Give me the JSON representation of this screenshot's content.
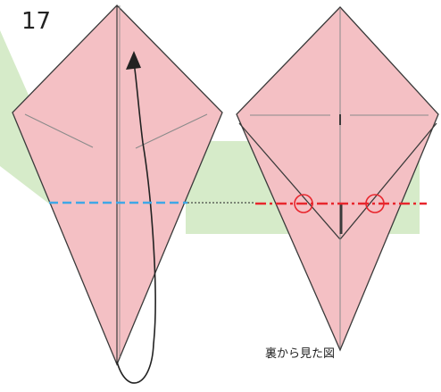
{
  "step_number": "17",
  "caption": "裏から見た図",
  "colors": {
    "paper_fill": "#f4c0c4",
    "paper_edge": "#3a3a3a",
    "crease": "#8a8a8a",
    "background_band": "#d6ebc9",
    "valley_fold_line": "#3fa7e6",
    "mountain_fold_line": "#e8262d",
    "pivot_circle": "#e8262d",
    "arrow": "#222222"
  },
  "icons": {
    "fold_arrow": "curved-arrow-up",
    "pivot_marks": "circle-mark"
  }
}
